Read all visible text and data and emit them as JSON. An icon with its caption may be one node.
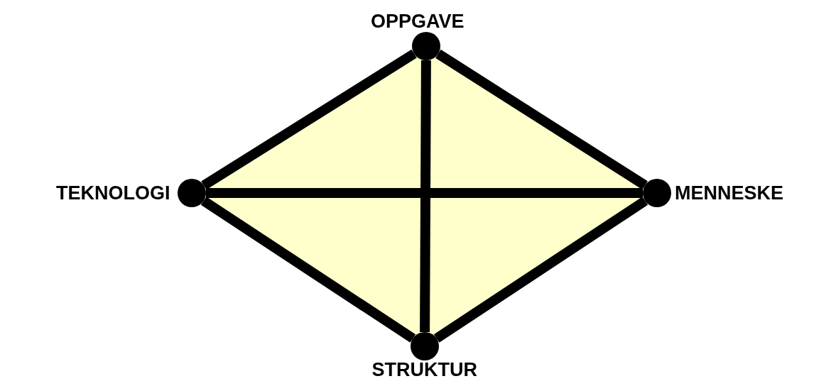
{
  "diagram": {
    "nodes": [
      {
        "text": [],
        "shape": "circle",
        "beside": [
          "OPPGAVE"
        ]
      },
      {
        "text": [],
        "shape": "circle",
        "beside": [
          "TEKNOLOGI"
        ]
      },
      {
        "text": [],
        "shape": "circle",
        "beside": [
          "MENNESKE"
        ]
      },
      {
        "text": [],
        "shape": "circle",
        "beside": [
          "STRUKTUR"
        ]
      }
    ],
    "edges": [
      {
        "from": 0,
        "to": 2,
        "arrow": "none"
      },
      {
        "from": 2,
        "to": 3,
        "arrow": "none"
      },
      {
        "from": 3,
        "to": 1,
        "arrow": "none"
      },
      {
        "from": 1,
        "to": 0,
        "arrow": "none"
      },
      {
        "from": 0,
        "to": 3,
        "arrow": "none"
      },
      {
        "from": 1,
        "to": 2,
        "arrow": "none"
      }
    ]
  }
}
